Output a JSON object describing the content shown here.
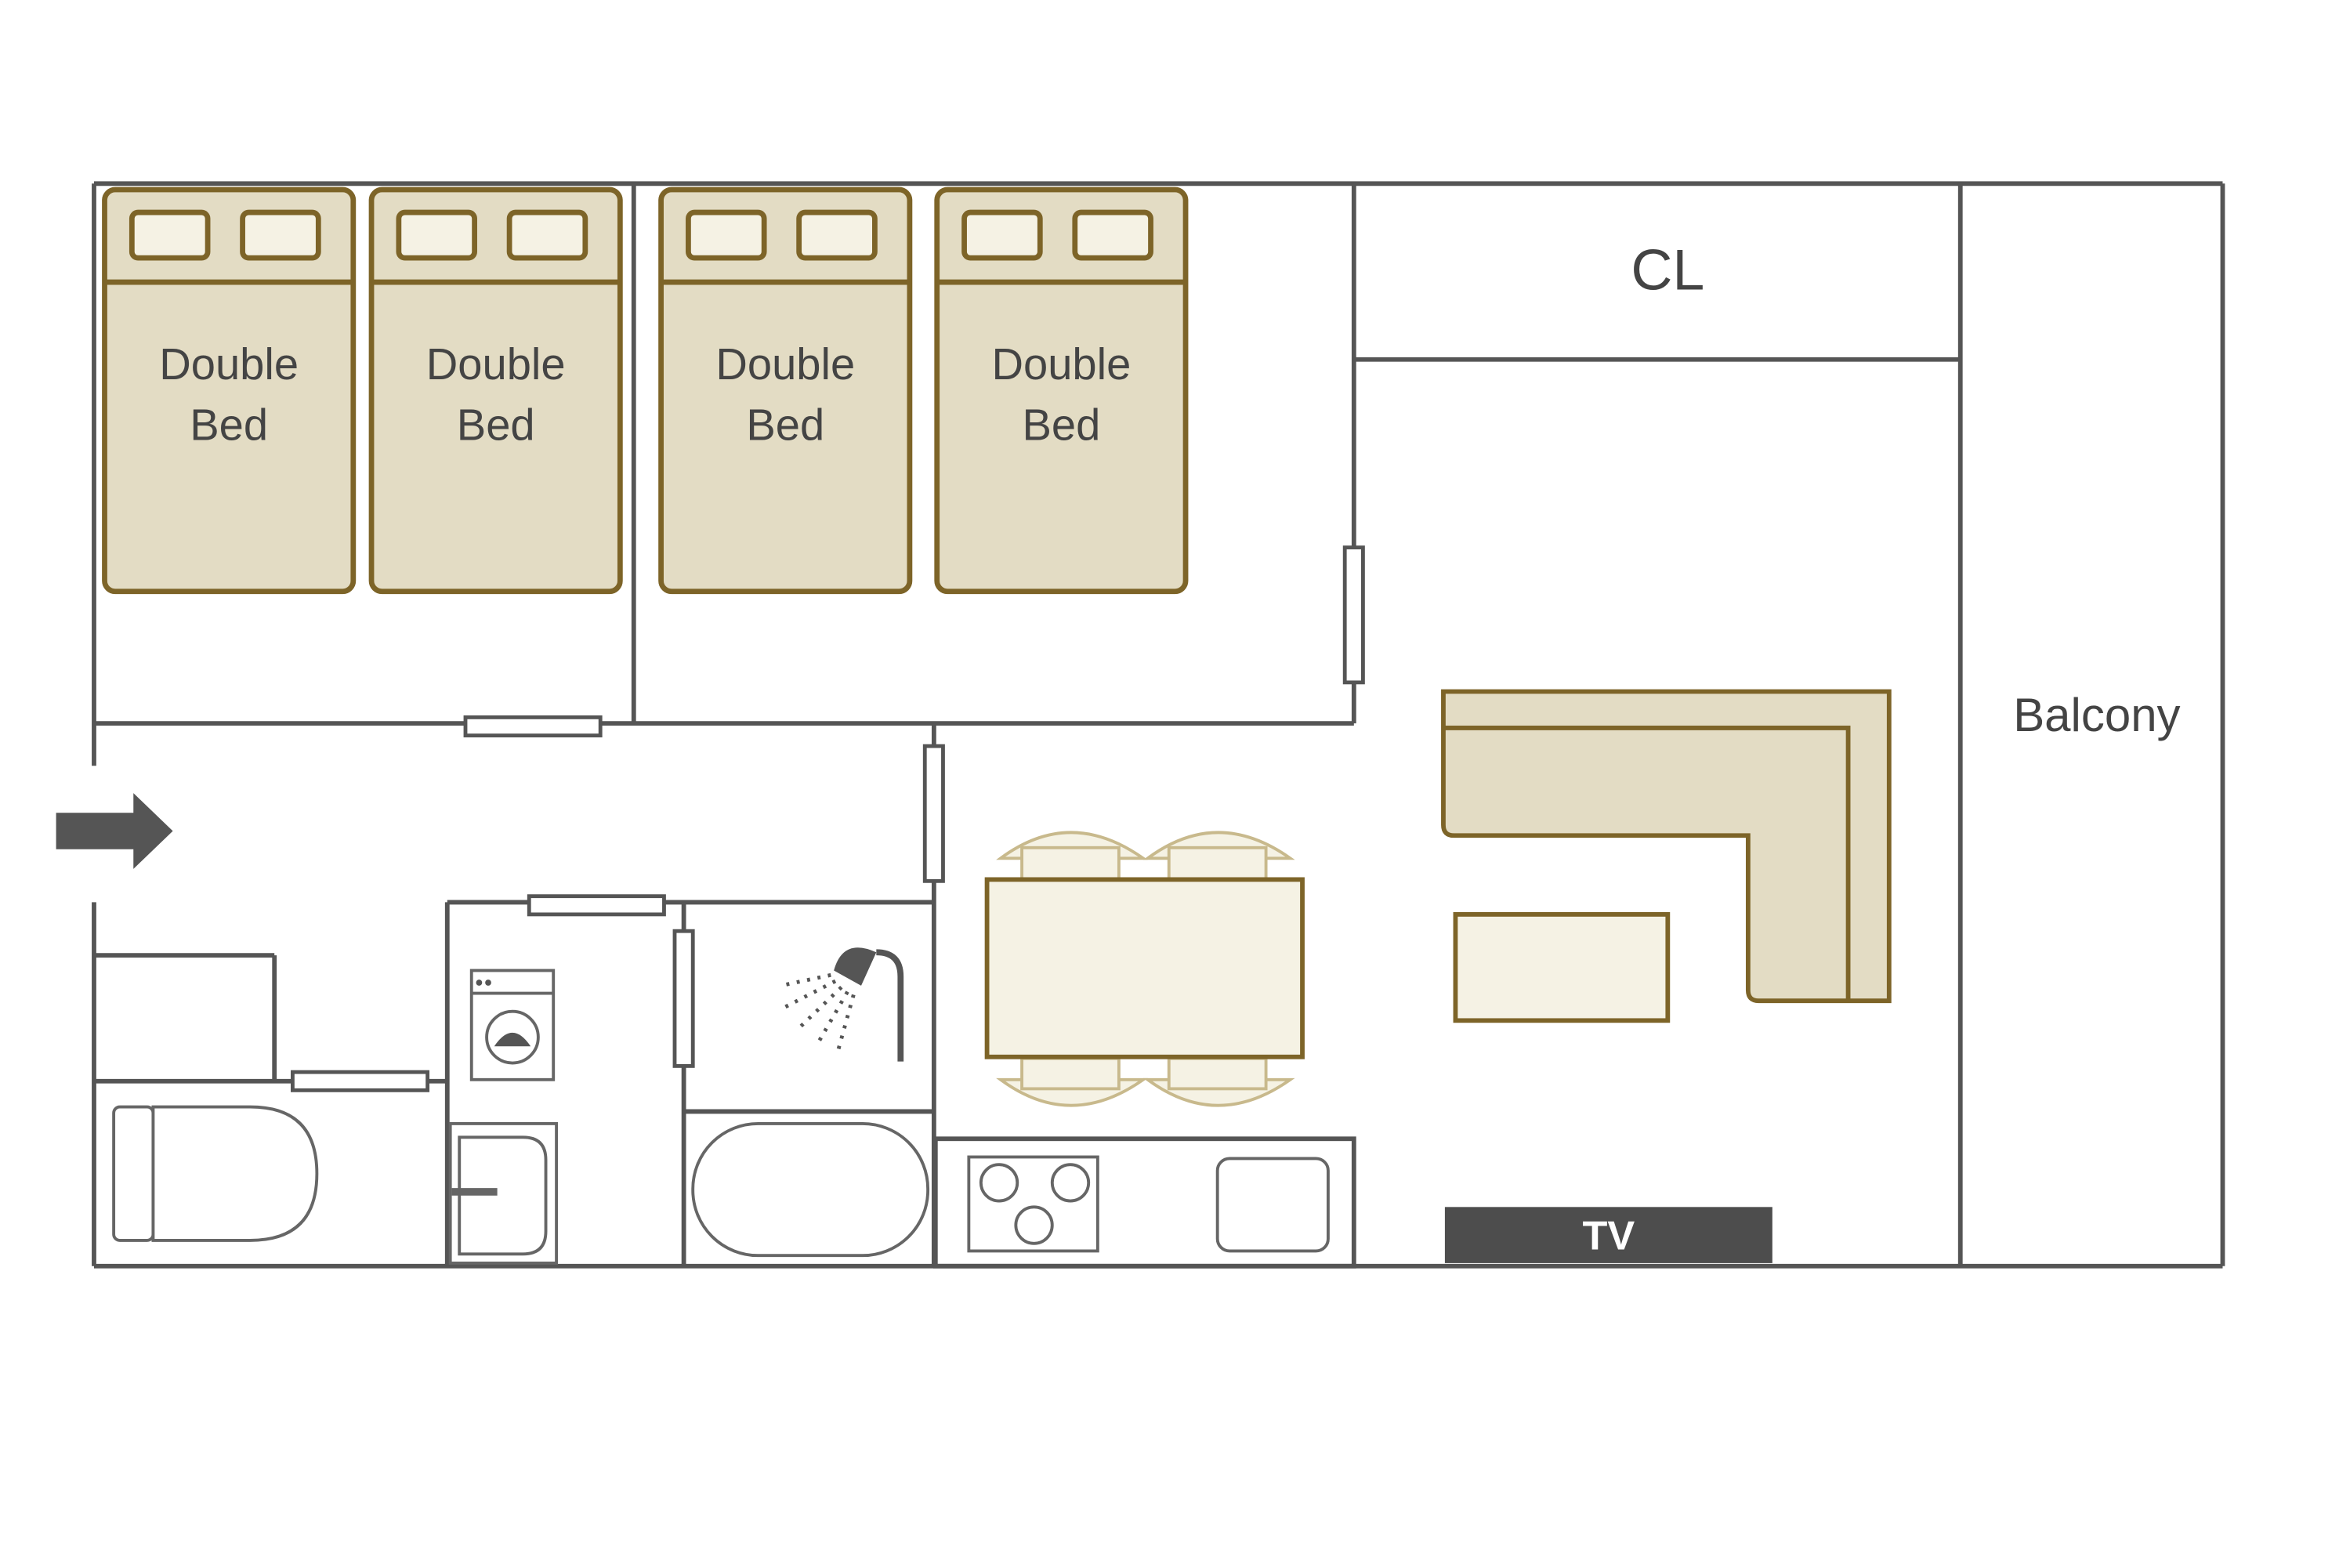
{
  "beds": [
    {
      "line1": "Double",
      "line2": "Bed"
    },
    {
      "line1": "Double",
      "line2": "Bed"
    },
    {
      "line1": "Double",
      "line2": "Bed"
    },
    {
      "line1": "Double",
      "line2": "Bed"
    }
  ],
  "rooms": {
    "closet": "CL",
    "balcony": "Balcony"
  },
  "appliances": {
    "tv": "TV"
  },
  "icons": [
    "entrance-arrow-icon",
    "washing-machine-icon",
    "shower-icon",
    "stove-icon",
    "sink-icon",
    "toilet-icon",
    "bathtub-icon"
  ],
  "colors": {
    "wall": "#555555",
    "bed_fill": "#e3dcc4",
    "bed_outline": "#7d6428",
    "pillow_fill": "#f5f2e4",
    "tv_fill": "#4d4d4d"
  }
}
